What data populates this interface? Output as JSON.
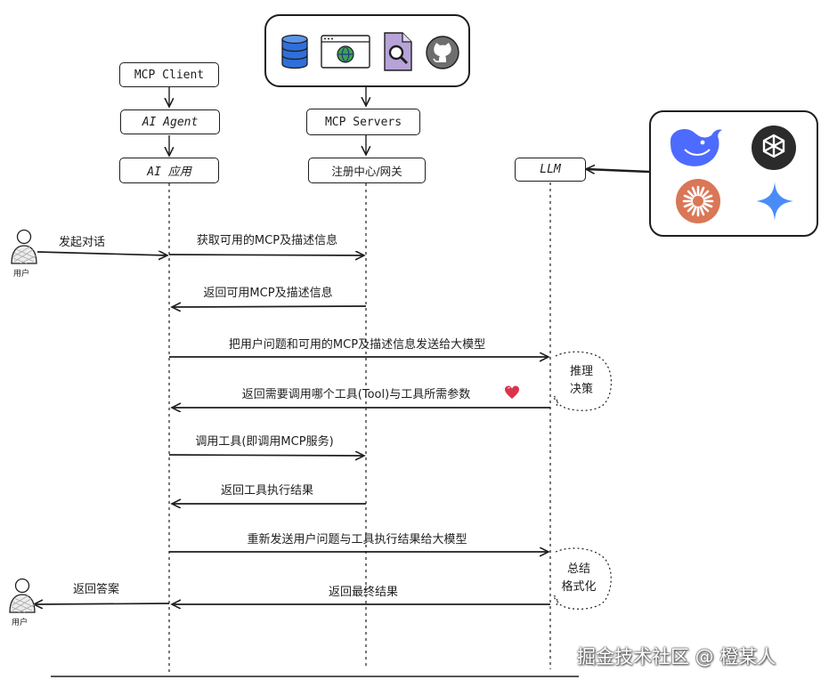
{
  "participants": {
    "mcp_client": "MCP Client",
    "ai_agent": "AI Agent",
    "ai_app": "AI 应用",
    "mcp_servers": "MCP Servers",
    "registry": "注册中心/网关",
    "llm": "LLM"
  },
  "users": {
    "user_top": "用户",
    "user_bottom": "用户"
  },
  "messages": {
    "start_chat": "发起对话",
    "get_mcp": "获取可用的MCP及描述信息",
    "return_mcp": "返回可用MCP及描述信息",
    "send_llm": "把用户问题和可用的MCP及描述信息发送给大模型",
    "return_tool": "返回需要调用哪个工具(Tool)与工具所需参数",
    "call_tool": "调用工具(即调用MCP服务)",
    "return_result": "返回工具执行结果",
    "resend_llm": "重新发送用户问题与工具执行结果给大模型",
    "final_result": "返回最终结果",
    "answer": "返回答案"
  },
  "clouds": {
    "reasoning_line1": "推理",
    "reasoning_line2": "决策",
    "summary_line1": "总结",
    "summary_line2": "格式化"
  },
  "icons": {
    "tools": [
      "database-icon",
      "browser-globe-icon",
      "file-search-icon",
      "github-icon"
    ],
    "llms": [
      "deepseek-whale-icon",
      "openai-icon",
      "claude-icon",
      "gemini-icon"
    ],
    "emoji": "heart-emoji-icon"
  },
  "colors": {
    "line": "#1e1e1e",
    "database": "#2f6fd9",
    "deepseek": "#4d6bfe",
    "claude": "#d97757",
    "gemini": "#4a8cf7",
    "heart": "#d9344c"
  },
  "watermark": "掘金技术社区 @ 橙某人"
}
